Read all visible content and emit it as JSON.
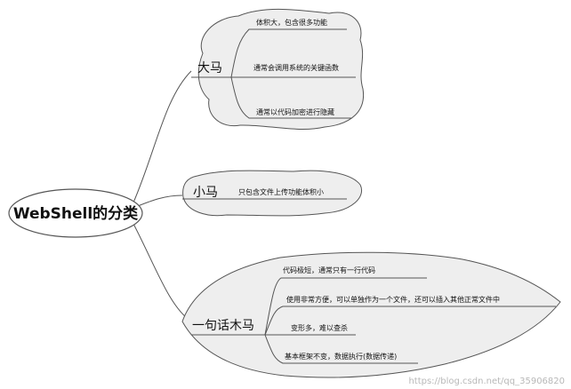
{
  "root": {
    "label": "WebShell的分类"
  },
  "branches": [
    {
      "label": "大马",
      "leaves": [
        "体积大，包含很多功能",
        "通常会调用系统的关键函数",
        "通常以代码加密进行隐藏"
      ]
    },
    {
      "label": "小马",
      "leaves": [
        "只包含文件上传功能体积小"
      ]
    },
    {
      "label": "一句话木马",
      "leaves": [
        "代码极短，通常只有一行代码",
        "使用非常方便，可以单独作为一个文件，还可以插入其他正常文件中",
        "变形多，难以查杀",
        "基本框架不变，数据执行(数据传递)"
      ]
    }
  ],
  "watermark": "https://blog.csdn.net/qq_35906820"
}
